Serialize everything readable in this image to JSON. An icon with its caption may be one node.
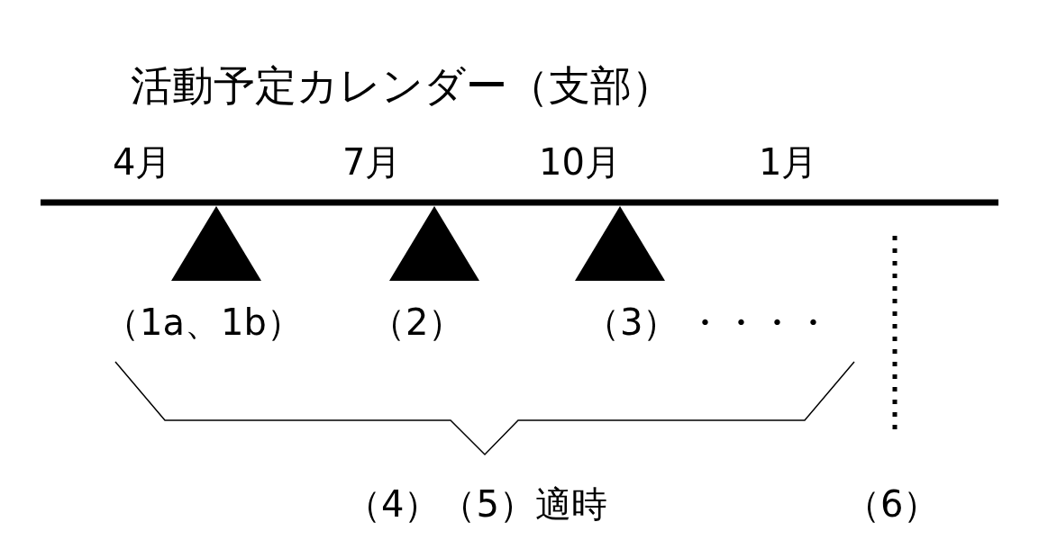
{
  "diagram": {
    "title": "活動予定カレンダー（支部）",
    "labels": [
      "4月",
      "7月",
      "10月",
      "1月",
      "（1a、1b）",
      "（2）",
      "（3）",
      "・・・・",
      "（4）（5）適時",
      "（6）"
    ]
  }
}
